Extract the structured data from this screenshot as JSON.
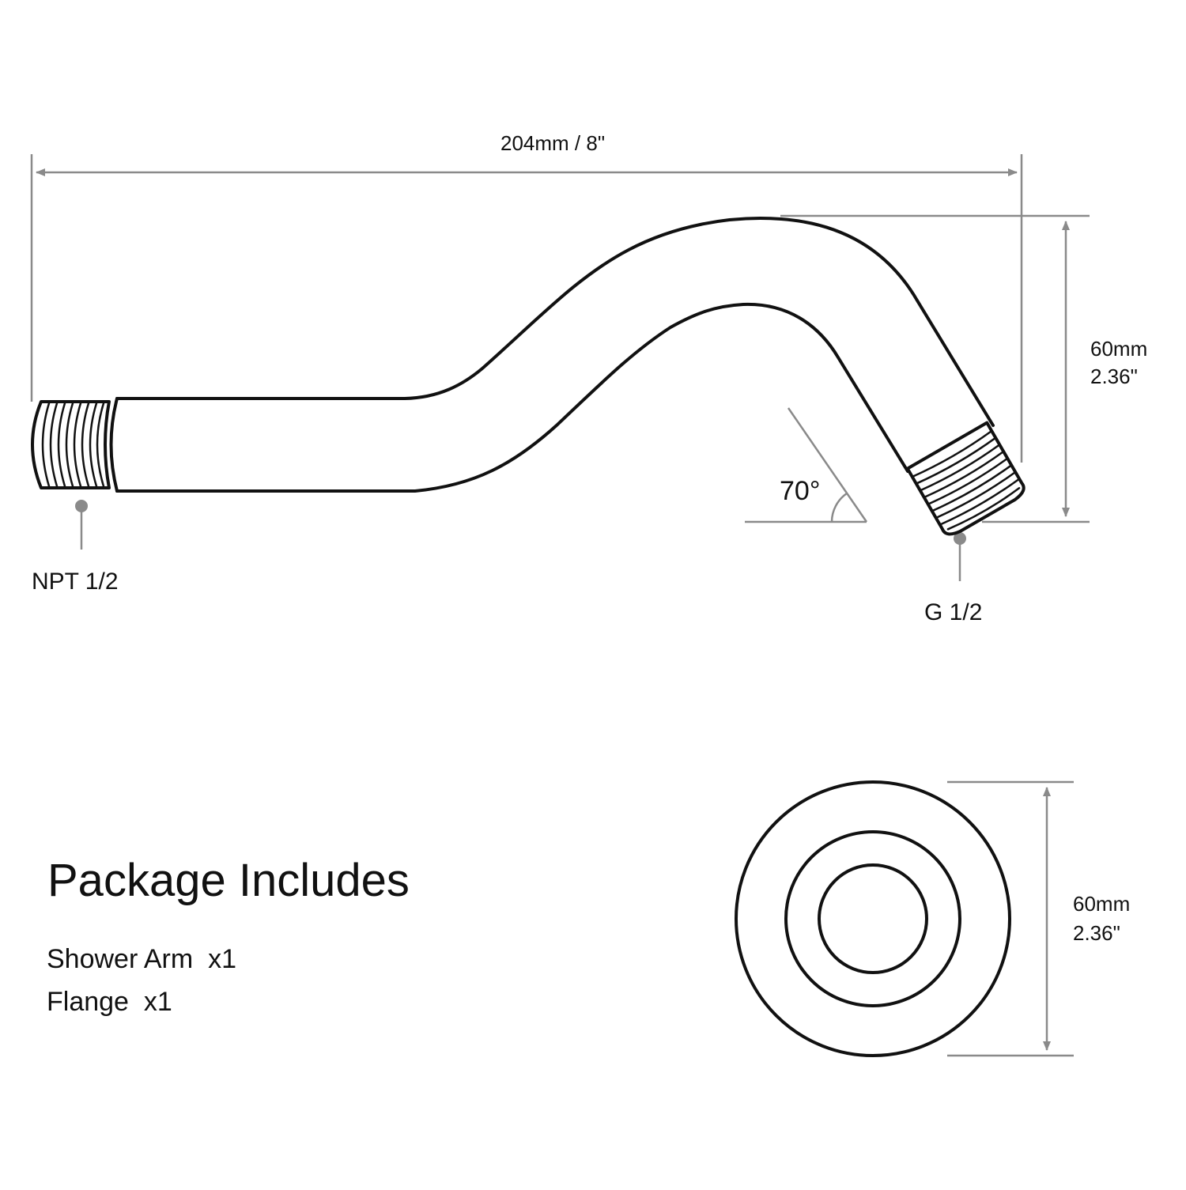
{
  "colors": {
    "outline": "#111111",
    "dimension_line": "#8a8a8a",
    "label_text": "#111111",
    "background": "#ffffff"
  },
  "shower_arm": {
    "length_label": "204mm / 8\"",
    "height_label_mm": "60mm",
    "height_label_in": "2.36\"",
    "angle_label": "70°",
    "inlet_thread_label": "NPT 1/2",
    "outlet_thread_label": "G 1/2"
  },
  "flange": {
    "diameter_label_mm": "60mm",
    "diameter_label_in": "2.36\""
  },
  "package": {
    "title": "Package Includes",
    "items": [
      {
        "name": "Shower Arm",
        "qty": "x1"
      },
      {
        "name": "Flange",
        "qty": "x1"
      }
    ]
  }
}
